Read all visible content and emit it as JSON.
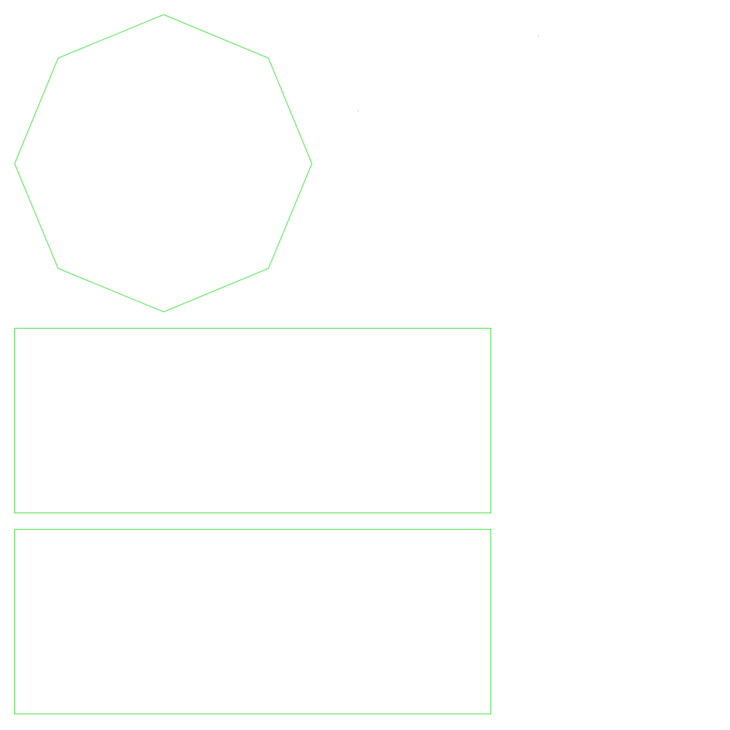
{
  "colors": {
    "background": "#ffffff",
    "outline": "#33dd33",
    "speck": "#888888"
  },
  "shapes": [
    {
      "kind": "octagon",
      "name": "octagon-outline"
    },
    {
      "kind": "rectangle",
      "name": "upper-rectangle-outline"
    },
    {
      "kind": "rectangle",
      "name": "lower-rectangle-outline"
    }
  ]
}
